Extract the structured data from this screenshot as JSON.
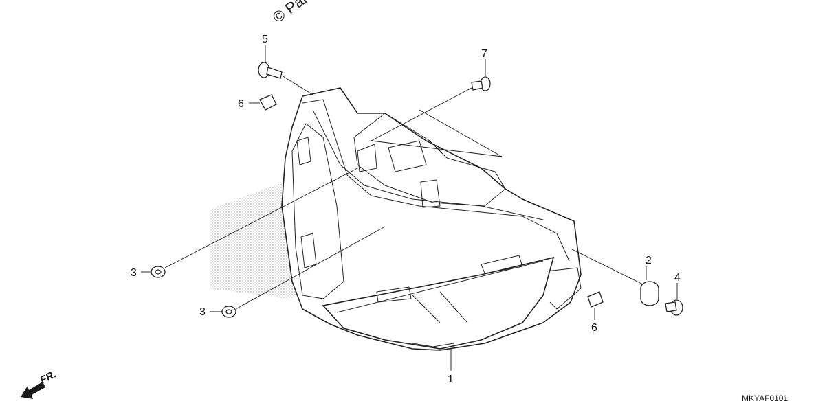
{
  "diagram": {
    "watermark_text": "© Panz",
    "diagram_code": "MKYAF0101",
    "direction_label": "FR.",
    "callouts": [
      {
        "id": "1",
        "label": "1"
      },
      {
        "id": "2",
        "label": "2"
      },
      {
        "id": "3a",
        "label": "3"
      },
      {
        "id": "3b",
        "label": "3"
      },
      {
        "id": "4",
        "label": "4"
      },
      {
        "id": "5",
        "label": "5"
      },
      {
        "id": "6a",
        "label": "6"
      },
      {
        "id": "6b",
        "label": "6"
      },
      {
        "id": "7",
        "label": "7"
      }
    ]
  }
}
